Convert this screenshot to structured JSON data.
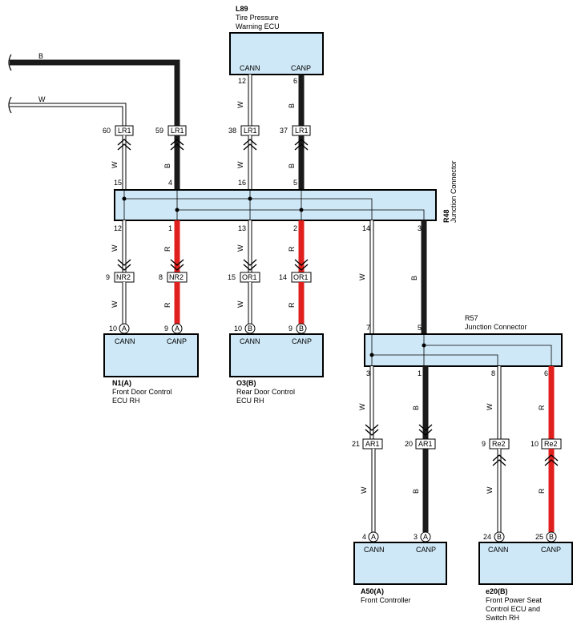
{
  "ecus": {
    "l89": {
      "code": "L89",
      "name_line1": "Tire Pressure",
      "name_line2": "Warning ECU",
      "pin_left": "CANN",
      "pin_right": "CANP"
    },
    "n1": {
      "code": "N1(A)",
      "name_line1": "Front Door Control",
      "name_line2": "ECU RH",
      "pin_left": "CANN",
      "pin_right": "CANP"
    },
    "o3": {
      "code": "O3(B)",
      "name_line1": "Rear Door Control",
      "name_line2": "ECU RH",
      "pin_left": "CANN",
      "pin_right": "CANP"
    },
    "a50": {
      "code": "A50(A)",
      "name_line1": "Front Controller",
      "pin_left": "CANN",
      "pin_right": "CANP"
    },
    "e20": {
      "code": "e20(B)",
      "name_line1": "Front Power Seat",
      "name_line2": "Control ECU and",
      "name_line3": "Switch RH",
      "pin_left": "CANN",
      "pin_right": "CANP"
    }
  },
  "junctions": {
    "r48": {
      "code": "R48",
      "name": "Junction Connector"
    },
    "r57": {
      "code": "R57",
      "name": "Junction Connector"
    }
  },
  "wire_colors": {
    "black": "#1a1a1a",
    "red": "#e0201e",
    "white": "#ffffff",
    "ecu_fill": "#cfe8f7"
  },
  "wire_labels": {
    "B": "B",
    "W": "W",
    "R": "R"
  },
  "incoming": {
    "top": "B",
    "bottom": "W"
  },
  "connectors": {
    "lr1_60": {
      "pin": "60",
      "name": "LR1"
    },
    "lr1_59": {
      "pin": "59",
      "name": "LR1"
    },
    "lr1_38": {
      "pin": "38",
      "name": "LR1"
    },
    "lr1_37": {
      "pin": "37",
      "name": "LR1"
    },
    "nr2_9": {
      "pin": "9",
      "name": "NR2"
    },
    "nr2_8": {
      "pin": "8",
      "name": "NR2"
    },
    "or1_15": {
      "pin": "15",
      "name": "OR1"
    },
    "or1_14": {
      "pin": "14",
      "name": "OR1"
    },
    "ar1_21": {
      "pin": "21",
      "name": "AR1"
    },
    "ar1_20": {
      "pin": "20",
      "name": "AR1"
    },
    "re2_9": {
      "pin": "9",
      "name": "Re2"
    },
    "re2_10": {
      "pin": "10",
      "name": "Re2"
    }
  },
  "pins": {
    "l89_cann": "12",
    "l89_canp": "6",
    "r48_top_15": "15",
    "r48_top_4": "4",
    "r48_top_16": "16",
    "r48_top_5": "5",
    "r48_bot_12": "12",
    "r48_bot_1": "1",
    "r48_bot_13": "13",
    "r48_bot_2": "2",
    "r48_bot_14": "14",
    "r48_bot_3": "3",
    "n1_cann": "10",
    "n1_canp": "9",
    "o3_cann": "10",
    "o3_canp": "9",
    "r57_top_7": "7",
    "r57_top_5": "5",
    "r57_bot_3": "3",
    "r57_bot_1": "1",
    "r57_bot_8": "8",
    "r57_bot_6": "6",
    "a50_cann": "4",
    "a50_canp": "3",
    "e20_cann": "24",
    "e20_canp": "25"
  },
  "pin_letters": {
    "a": "A",
    "b": "B"
  }
}
